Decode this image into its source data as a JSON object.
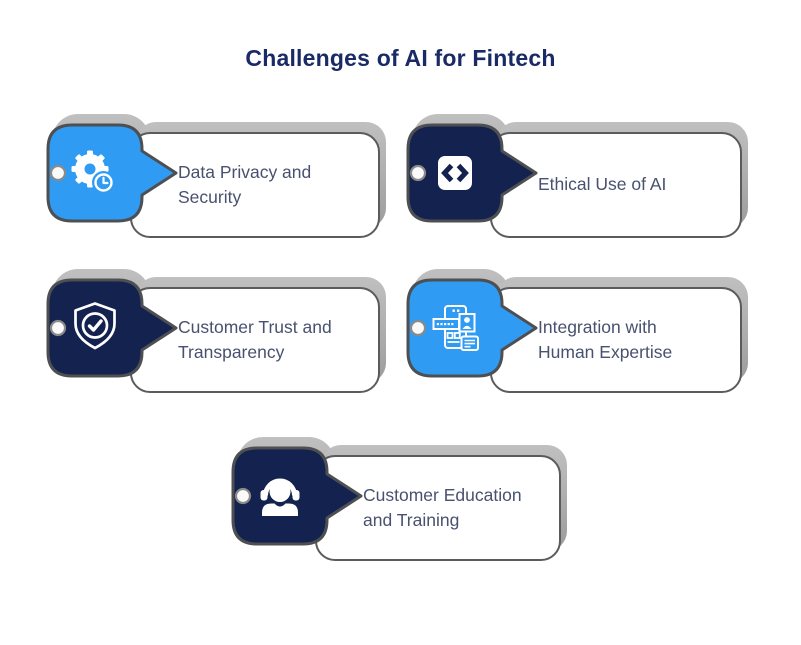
{
  "title": "Challenges of AI for Fintech",
  "colors": {
    "accent_blue": "#2F9BF2",
    "accent_navy": "#13224E",
    "outline_gray": "#4E4F52",
    "shadow_gray": "#ACACAC",
    "title_navy": "#1A2A66",
    "body_text": "#48516F",
    "background": "#FFFFFF",
    "icon_white": "#FFFFFF"
  },
  "cards": [
    {
      "name": "data-privacy-security",
      "label": "Data Privacy and Security",
      "lines": [
        "Data Privacy and",
        "Security"
      ],
      "icon": "gear-clock-icon",
      "accent": "#2F9BF2"
    },
    {
      "name": "ethical-use-of-ai",
      "label": "Ethical Use of AI",
      "lines": [
        "Ethical Use of AI",
        ""
      ],
      "icon": "code-icon",
      "accent": "#13224E"
    },
    {
      "name": "customer-trust-transparency",
      "label": "Customer Trust and Transparency",
      "lines": [
        "Customer Trust and",
        "Transparency"
      ],
      "icon": "shield-check-icon",
      "accent": "#13224E"
    },
    {
      "name": "integration-human-expertise",
      "label": "Integration with Human Expertise",
      "lines": [
        "Integration with",
        "Human Expertise"
      ],
      "icon": "integration-icon",
      "accent": "#2F9BF2"
    },
    {
      "name": "customer-education-training",
      "label": "Customer Education and Training",
      "lines": [
        "Customer Education",
        "and Training"
      ],
      "icon": "support-agent-icon",
      "accent": "#13224E"
    }
  ]
}
